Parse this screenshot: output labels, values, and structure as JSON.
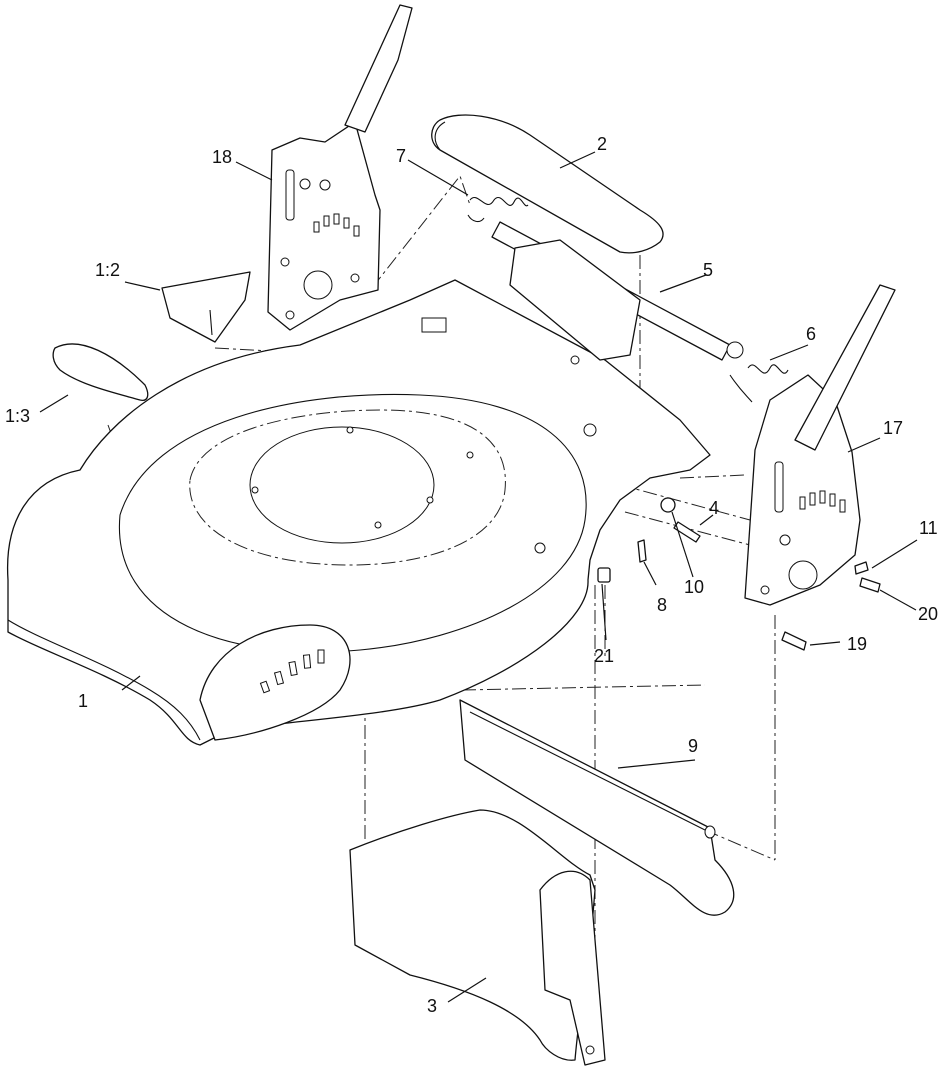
{
  "callouts": [
    {
      "id": "c-1",
      "text": "1"
    },
    {
      "id": "c-1-2",
      "text": "1:2"
    },
    {
      "id": "c-1-3",
      "text": "1:3"
    },
    {
      "id": "c-2",
      "text": "2"
    },
    {
      "id": "c-3",
      "text": "3"
    },
    {
      "id": "c-4",
      "text": "4"
    },
    {
      "id": "c-5",
      "text": "5"
    },
    {
      "id": "c-6",
      "text": "6"
    },
    {
      "id": "c-7",
      "text": "7"
    },
    {
      "id": "c-8",
      "text": "8"
    },
    {
      "id": "c-9",
      "text": "9"
    },
    {
      "id": "c-10",
      "text": "10"
    },
    {
      "id": "c-11",
      "text": "11"
    },
    {
      "id": "c-17",
      "text": "17"
    },
    {
      "id": "c-18",
      "text": "18"
    },
    {
      "id": "c-19",
      "text": "19"
    },
    {
      "id": "c-20",
      "text": "20"
    },
    {
      "id": "c-21",
      "text": "21"
    }
  ]
}
